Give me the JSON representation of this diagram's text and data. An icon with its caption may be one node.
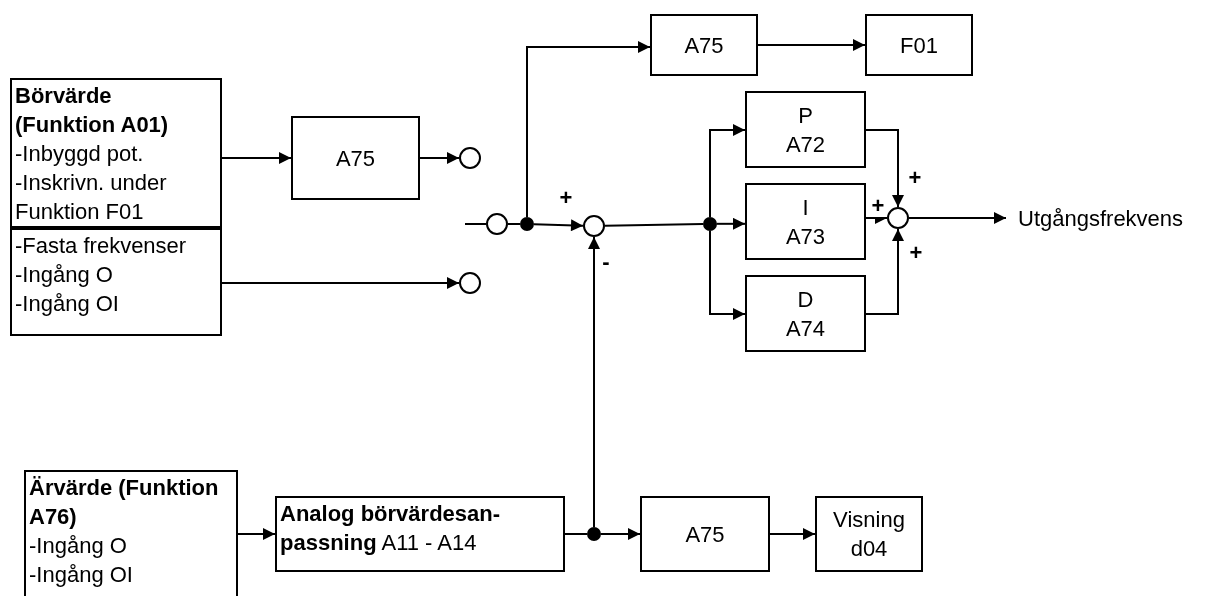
{
  "diagram": {
    "nodes": [
      {
        "text": [
          "Börvärde (Funktion A01)",
          "-Inbyggd pot.",
          "-Inskrivn. under Funktion F01"
        ]
      },
      {
        "text": [
          "-Fasta frekvenser",
          "-Ingång O",
          "-Ingång OI"
        ]
      },
      {
        "text": [
          "A75"
        ]
      },
      {
        "text": [],
        "shape": "circle"
      },
      {
        "text": [],
        "shape": "circle"
      },
      {
        "text": [],
        "shape": "circle"
      },
      {
        "text": [],
        "shape": "dot"
      },
      {
        "text": [],
        "shape": "circle"
      },
      {
        "text": [
          "A75"
        ]
      },
      {
        "text": [
          "F01"
        ]
      },
      {
        "text": [
          "P",
          "A72"
        ]
      },
      {
        "text": [
          "I",
          "A73"
        ]
      },
      {
        "text": [
          "D",
          "A74"
        ]
      },
      {
        "text": [],
        "shape": "dot"
      },
      {
        "text": [],
        "shape": "circle"
      },
      {
        "text": [
          "Utgångsfrekvens"
        ]
      },
      {
        "text": [
          "Ärvärde (Funktion A76)",
          "-Ingång O",
          "-Ingång OI"
        ]
      },
      {
        "text": [
          "**Analog börvärdesan- passning** A11 - A14"
        ]
      },
      {
        "text": [],
        "shape": "dot"
      },
      {
        "text": [
          "A75"
        ]
      },
      {
        "text": [
          "Visning",
          "d04"
        ]
      }
    ],
    "edges": [
      {
        "from": 0,
        "to": 2,
        "arrow": "to"
      },
      {
        "from": 2,
        "to": 3,
        "arrow": "to"
      },
      {
        "from": 1,
        "to": 4,
        "arrow": "to"
      },
      {
        "from": null,
        "to": 5,
        "arrow": "none"
      },
      {
        "from": 5,
        "to": 6,
        "arrow": "none"
      },
      {
        "from": 6,
        "to": 7,
        "arrow": "to",
        "label": "+"
      },
      {
        "from": 6,
        "to": 8,
        "arrow": "to"
      },
      {
        "from": 8,
        "to": 9,
        "arrow": "to"
      },
      {
        "from": 7,
        "to": 13,
        "arrow": "none"
      },
      {
        "from": 13,
        "to": 10,
        "arrow": "to"
      },
      {
        "from": 13,
        "to": 11,
        "arrow": "to"
      },
      {
        "from": 13,
        "to": 12,
        "arrow": "to"
      },
      {
        "from": 10,
        "to": 14,
        "arrow": "to",
        "label": "+"
      },
      {
        "from": 11,
        "to": 14,
        "arrow": "to",
        "label": "+"
      },
      {
        "from": 12,
        "to": 14,
        "arrow": "to",
        "label": "+"
      },
      {
        "from": 14,
        "to": 15,
        "arrow": "to"
      },
      {
        "from": 16,
        "to": 17,
        "arrow": "to"
      },
      {
        "from": 17,
        "to": 18,
        "arrow": "none"
      },
      {
        "from": 18,
        "to": 19,
        "arrow": "to"
      },
      {
        "from": 18,
        "to": 7,
        "arrow": "to",
        "label": "-"
      },
      {
        "from": 19,
        "to": 20,
        "arrow": "to"
      }
    ]
  }
}
